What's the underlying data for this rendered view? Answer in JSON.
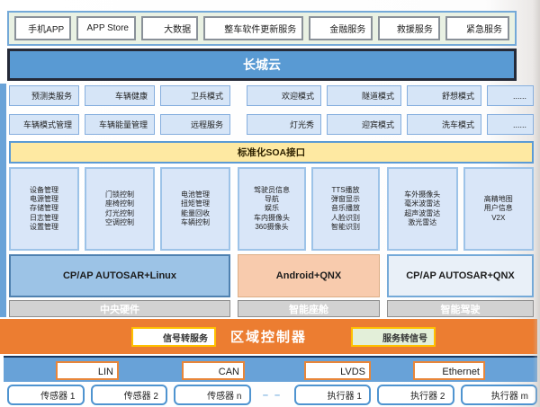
{
  "top_apps": {
    "items": [
      "手机APP",
      "APP Store",
      "大数据",
      "整车软件更新服务",
      "金融服务",
      "救援服务",
      "紧急服务"
    ]
  },
  "cloud_banner": {
    "title": "长城云"
  },
  "cloud_services": {
    "left_row1": [
      "预测类服务",
      "车辆健康",
      "卫兵模式"
    ],
    "right_row1": [
      "欢迎模式",
      "隧道模式",
      "舒想模式",
      "......"
    ],
    "left_row2": [
      "车辆模式管理",
      "车辆能量管理",
      "远程服务"
    ],
    "right_row2": [
      "灯光秀",
      "迎宾模式",
      "洗车模式",
      "......"
    ]
  },
  "soa_band": {
    "label": "标准化SOA接口"
  },
  "domains": [
    {
      "hardware_label": "中央硬件",
      "os": "CP/AP AUTOSAR+Linux",
      "columns": [
        [
          "设备管理",
          "电源管理",
          "存储管理",
          "日志管理",
          "设置管理"
        ],
        [
          "门锁控制",
          "座椅控制",
          "灯光控制",
          "空调控制"
        ],
        [
          "电池管理",
          "扭矩管理",
          "能量回收",
          "车辆控制"
        ]
      ]
    },
    {
      "hardware_label": "智能座舱",
      "os": "Android+QNX",
      "columns": [
        [
          "驾驶员信息",
          "导航",
          "娱乐",
          "车内摄像头",
          "360摄像头"
        ],
        [
          "TTS播放",
          "弹窗显示",
          "音乐播放",
          "人脸识别",
          "智能识别"
        ]
      ]
    },
    {
      "hardware_label": "智能驾驶",
      "os": "CP/AP AUTOSAR+QNX",
      "columns": [
        [
          "车外摄像头",
          "毫米波雷达",
          "超声波雷达",
          "激光雷达"
        ],
        [
          "高精地图",
          "用户信息",
          "V2X"
        ]
      ]
    }
  ],
  "zone_controller": {
    "title": "区域控制器",
    "signal_to_service": "信号转服务",
    "service_to_signal": "服务转信号"
  },
  "bus_band": {
    "protocols": [
      "LIN",
      "CAN",
      "LVDS",
      "Ethernet"
    ]
  },
  "bottom_row": {
    "sensors": [
      "传感器 1",
      "传感器 2",
      "传感器 n"
    ],
    "separator": "– –",
    "actuators": [
      "执行器 1",
      "执行器 2",
      "执行器 m"
    ]
  },
  "colors": {
    "banner_blue": "#599ad3",
    "service_box_blue": "#d6e5f7",
    "soa_yellow": "#fee9a2",
    "os_central_blue": "#9cc3e6",
    "os_cockpit_peach": "#f8cbad",
    "os_driving_light": "#e9f0f8",
    "hardware_gray": "#d2d2d2",
    "zone_orange": "#ec7d31",
    "highlight_yellow_border": "#fec000",
    "service_to_signal_green": "#e3efd9",
    "bus_blue": "#68a2d8",
    "bus_box_border_orange": "#e8863a",
    "node_border_blue": "#4f94d0"
  }
}
